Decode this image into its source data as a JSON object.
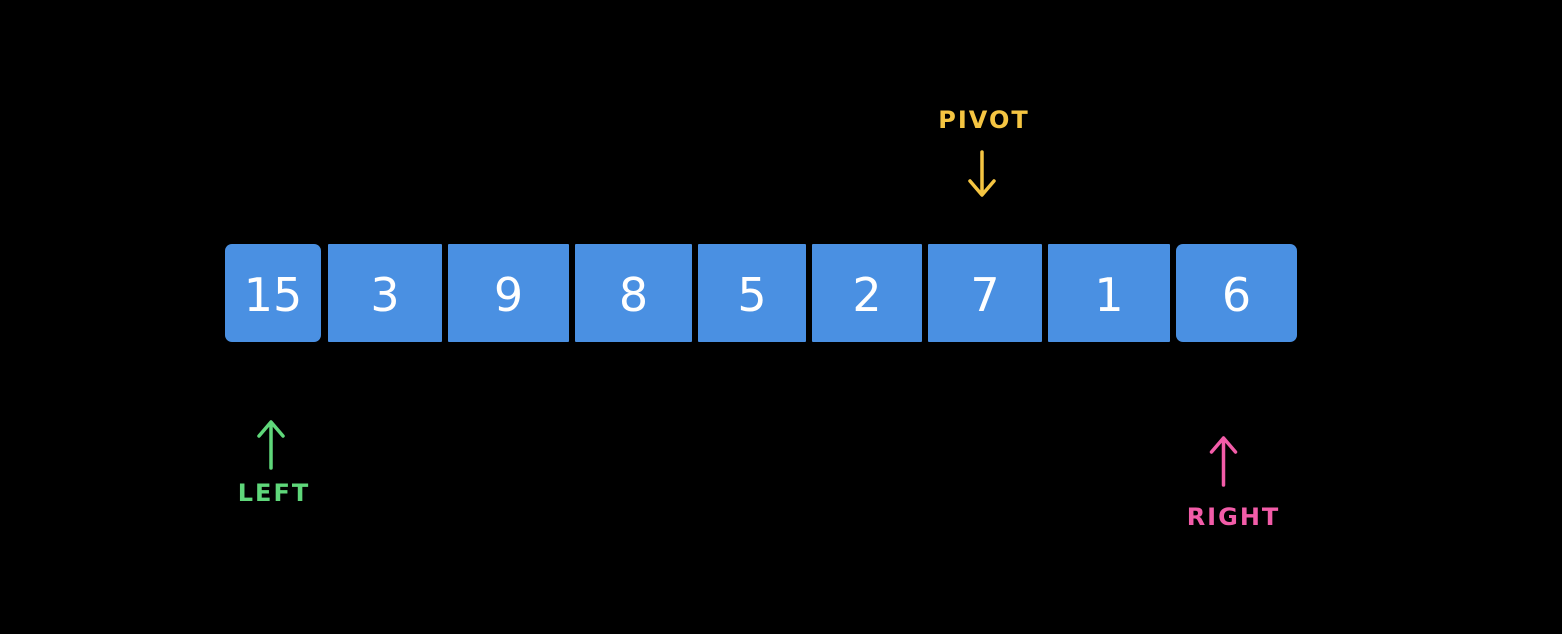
{
  "array": {
    "values": [
      "15",
      "3",
      "9",
      "8",
      "5",
      "2",
      "7",
      "1",
      "6"
    ],
    "cell_color": "#4a90e2",
    "text_color": "#ffffff"
  },
  "markers": {
    "pivot": {
      "label": "PIVOT",
      "index": 6,
      "color": "#f5c542"
    },
    "left": {
      "label": "LEFT",
      "index": 0,
      "color": "#5fd77a"
    },
    "right": {
      "label": "RIGHT",
      "index": 8,
      "color": "#f25ca8"
    }
  }
}
